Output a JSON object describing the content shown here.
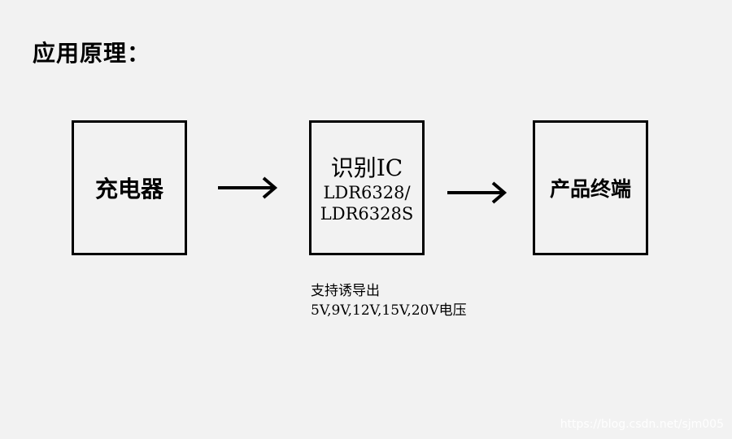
{
  "title": "应用原理：",
  "nodes": {
    "charger": {
      "label": "充电器"
    },
    "ic": {
      "label": "识别IC",
      "model_line1": "LDR6328/",
      "model_line2": "LDR6328S"
    },
    "product": {
      "label": "产品终端"
    }
  },
  "note": {
    "line1": "支持诱导出",
    "line2": "5V,9V,12V,15V,20V电压"
  },
  "watermark": "https://blog.csdn.net/sjm005"
}
